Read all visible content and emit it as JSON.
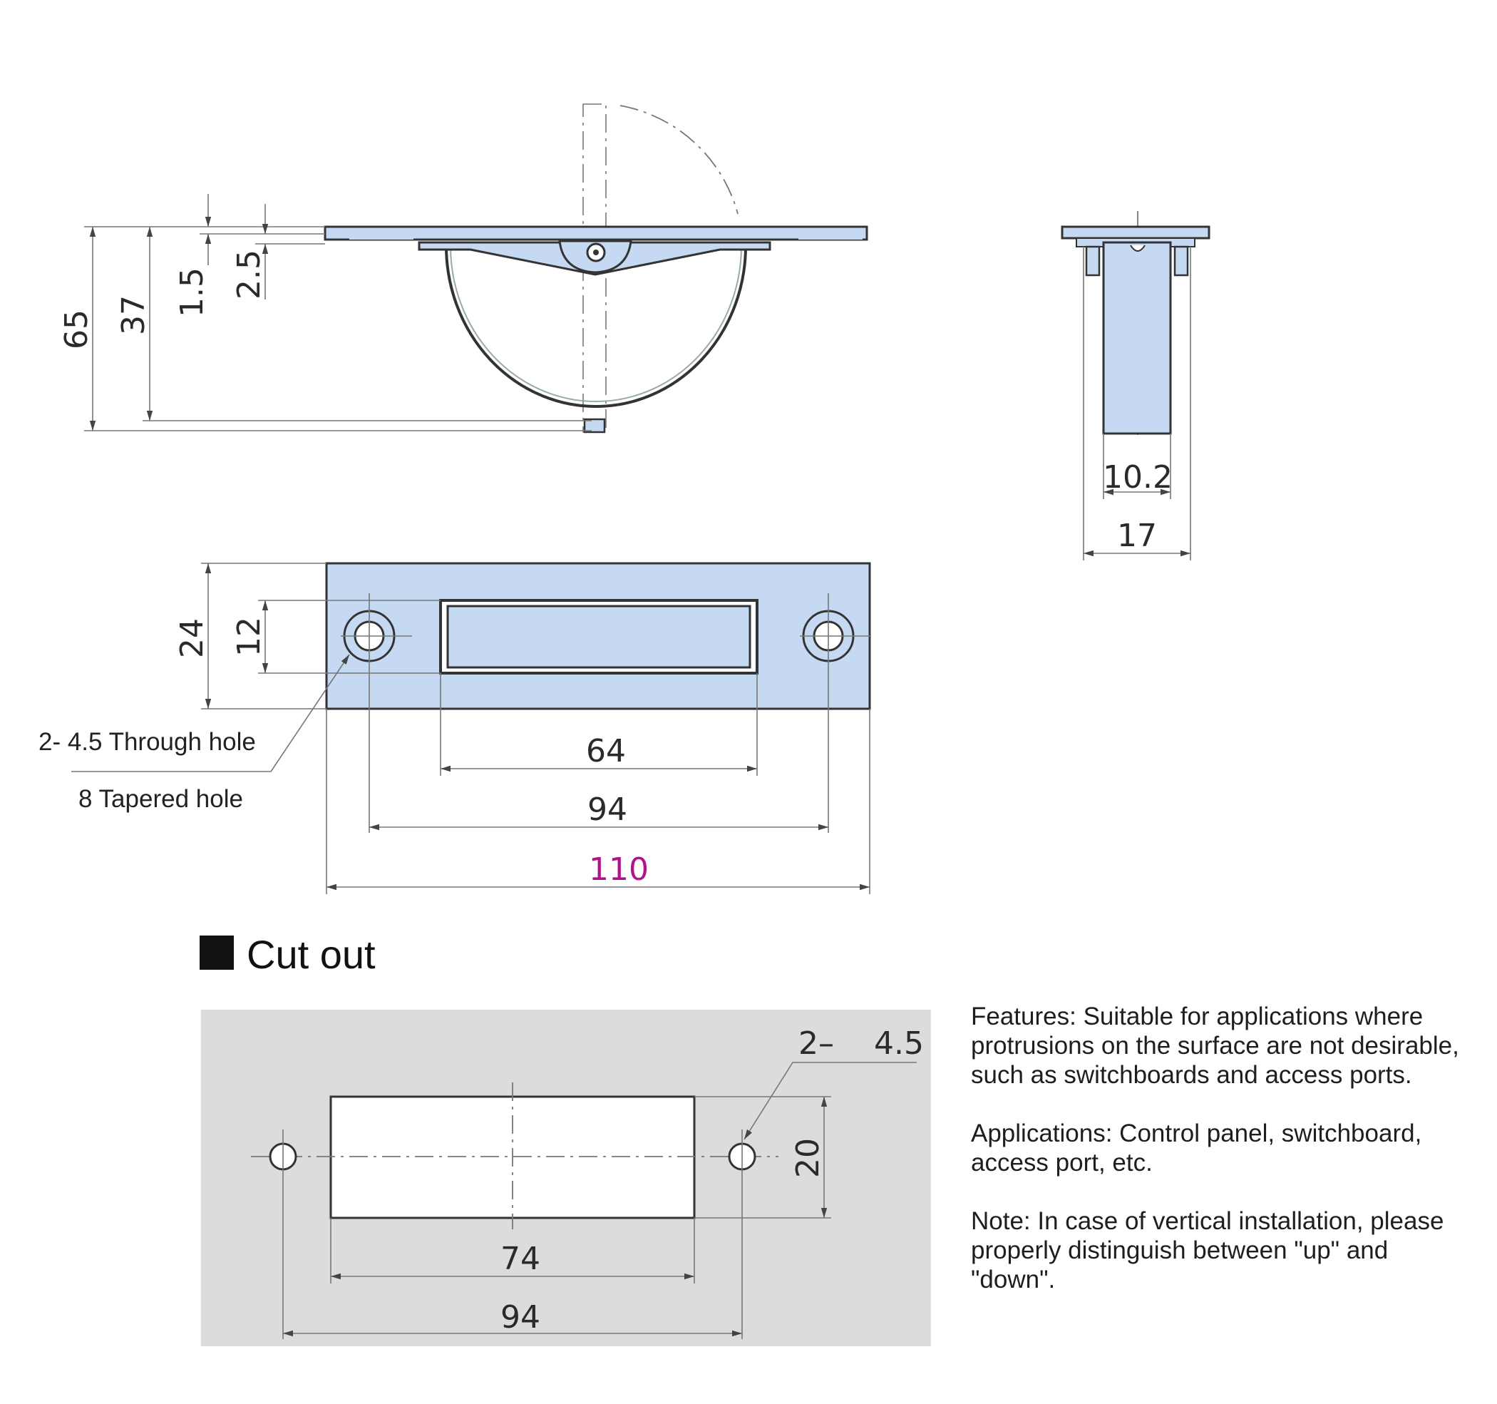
{
  "dimensions": {
    "side_height_total": "65",
    "side_height_body": "37",
    "side_plate_thickness": "1.5",
    "side_step": "2.5",
    "end_inner_width": "10.2",
    "end_outer_width": "17",
    "front_height": "24",
    "front_inner_height": "12",
    "front_slot_width": "64",
    "front_hole_pitch": "94",
    "front_total_width": "110"
  },
  "hole_callout": {
    "line1": "2-  4.5 Through hole",
    "line2": "8 Tapered hole"
  },
  "cutout": {
    "title": "Cut out",
    "hole_label_count": "2–",
    "hole_label_size": "4.5",
    "height": "20",
    "opening_width": "74",
    "hole_pitch": "94"
  },
  "description": {
    "features": "Features: Suitable for applications where protrusions on the surface are not desirable, such as switchboards and access ports.",
    "applications": "Applications: Control panel, switchboard, access port, etc.",
    "note": "Note: In case of vertical installation, please properly distinguish between \"up\" and \"down\"."
  },
  "colors": {
    "part_fill": "#c5daf2",
    "cutout_panel": "#dcdcdc",
    "highlight_dimension": "#b0148c"
  }
}
